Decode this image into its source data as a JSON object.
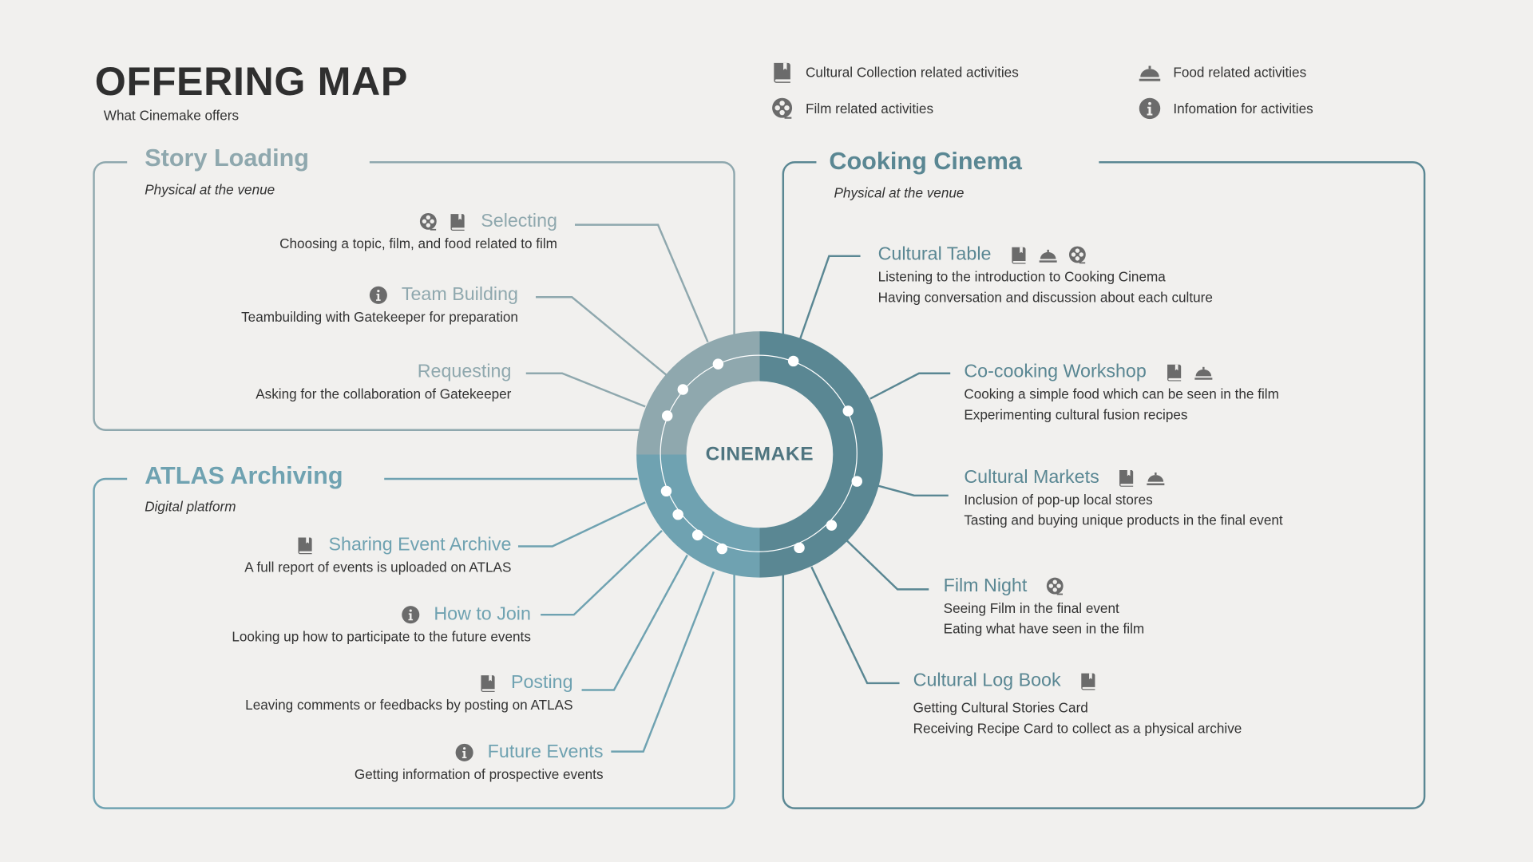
{
  "header": {
    "title": "OFFERING MAP",
    "subtitle": "What Cinemake offers"
  },
  "legend": [
    {
      "icon": "book-icon",
      "label": "Cultural Collection related  activities"
    },
    {
      "icon": "film-reel-icon",
      "label": "Film related activities"
    },
    {
      "icon": "cloche-icon",
      "label": "Food related activities"
    },
    {
      "icon": "info-icon",
      "label": "Infomation for activities"
    }
  ],
  "colors": {
    "story": "#8fa8ae",
    "atlas": "#6fa2b1",
    "cooking": "#5a8793",
    "icon": "#6b6b6b",
    "background": "#f1f0ee"
  },
  "center": {
    "label": "CINEMAKE"
  },
  "story": {
    "title": "Story Loading",
    "subtitle": "Physical at the venue",
    "items": [
      {
        "title": "Selecting",
        "icons": [
          "film-reel-icon",
          "book-icon"
        ],
        "desc": [
          "Choosing a topic, film, and food related to film"
        ]
      },
      {
        "title": "Team Building",
        "icons": [
          "info-icon"
        ],
        "desc": [
          "Teambuilding with Gatekeeper for preparation"
        ]
      },
      {
        "title": "Requesting",
        "icons": [],
        "desc": [
          "Asking for the collaboration of  Gatekeeper"
        ]
      }
    ]
  },
  "atlas": {
    "title": "ATLAS Archiving",
    "subtitle": "Digital platform",
    "items": [
      {
        "title": "Sharing Event Archive",
        "icons": [
          "book-icon"
        ],
        "desc": [
          "A full report of events is uploaded on ATLAS"
        ]
      },
      {
        "title": "How to Join",
        "icons": [
          "info-icon"
        ],
        "desc": [
          "Looking up how to participate to the future events"
        ]
      },
      {
        "title": "Posting",
        "icons": [
          "book-icon"
        ],
        "desc": [
          "Leaving comments or feedbacks by posting on ATLAS"
        ]
      },
      {
        "title": "Future Events",
        "icons": [
          "info-icon"
        ],
        "desc": [
          "Getting information of prospective events"
        ]
      }
    ]
  },
  "cooking": {
    "title": "Cooking Cinema",
    "subtitle": "Physical at the venue",
    "items": [
      {
        "title": "Cultural Table",
        "icons": [
          "book-icon",
          "cloche-icon",
          "film-reel-icon"
        ],
        "desc": [
          "Listening to the introduction to Cooking Cinema",
          "Having conversation and discussion about each culture"
        ]
      },
      {
        "title": "Co-cooking Workshop",
        "icons": [
          "book-icon",
          "cloche-icon"
        ],
        "desc": [
          "Cooking a simple food which can be seen in the film",
          "Experimenting cultural fusion recipes"
        ]
      },
      {
        "title": "Cultural Markets",
        "icons": [
          "book-icon",
          "cloche-icon"
        ],
        "desc": [
          "Inclusion of pop-up local stores",
          "Tasting and buying unique products in the final event"
        ]
      },
      {
        "title": "Film Night",
        "icons": [
          "film-reel-icon"
        ],
        "desc": [
          "Seeing Film in the final event",
          "Eating what have seen in the film"
        ]
      },
      {
        "title": "Cultural Log Book",
        "icons": [
          "book-icon"
        ],
        "desc": [
          "Getting Cultural Stories Card",
          "Receiving Recipe Card to collect as a physical archive"
        ]
      }
    ]
  }
}
